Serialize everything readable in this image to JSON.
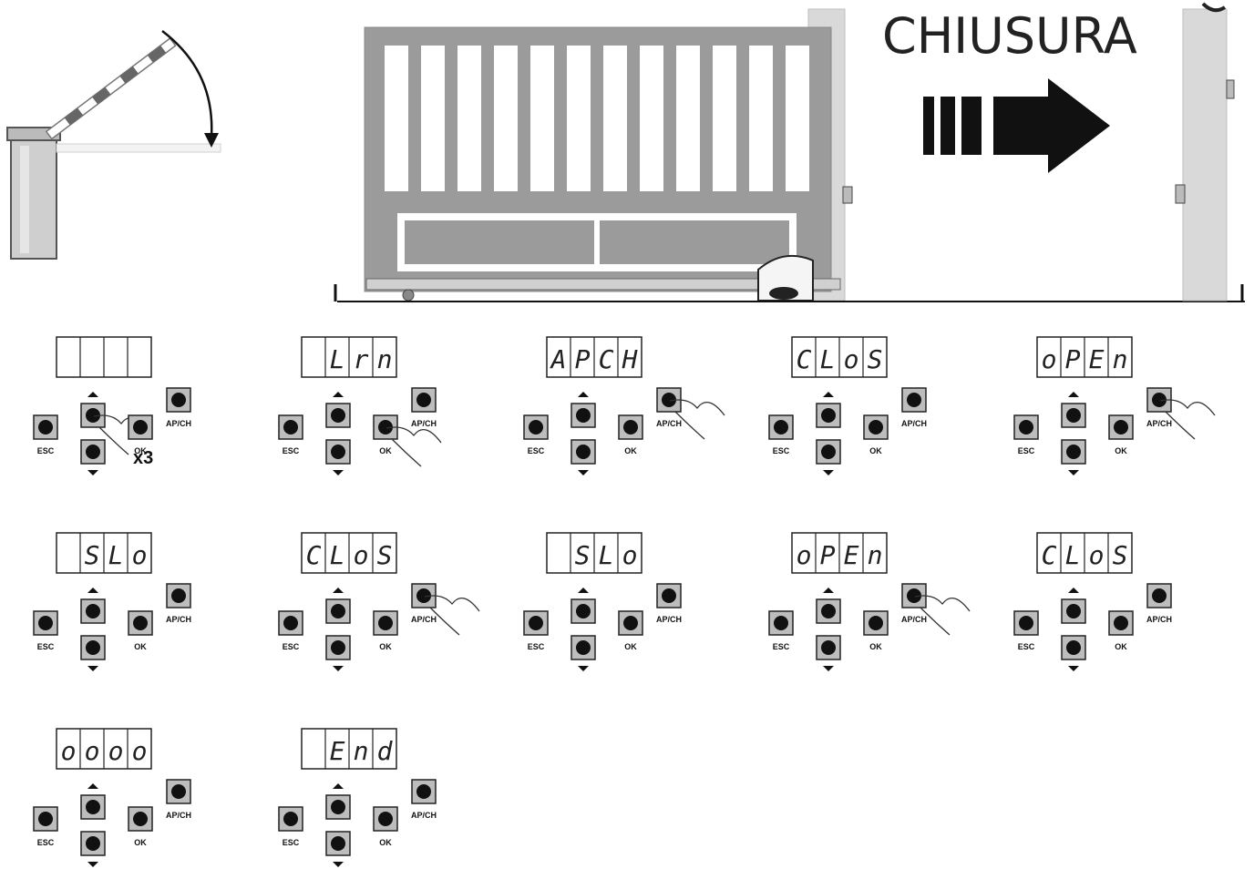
{
  "header": {
    "direction_label": "CHIUSURA"
  },
  "colors": {
    "gate_fill": "#9b9b9b",
    "post_fill": "#d7d7d7",
    "ink": "#1a1a1a",
    "button_face": "#bdbdbd"
  },
  "icons": {
    "arrow": "right-arrow-icon",
    "hand": "pointing-hand-icon",
    "barrier": "boom-barrier-icon"
  },
  "keypad_labels": {
    "esc": "ESC",
    "ok": "OK",
    "apch": "AP/CH"
  },
  "steps": [
    {
      "display": "",
      "pressed": "up",
      "note": "x3"
    },
    {
      "display": "Lrn",
      "pressed": "ok",
      "note": ""
    },
    {
      "display": "APCH",
      "pressed": "apch",
      "note": ""
    },
    {
      "display": "CLoS",
      "pressed": "",
      "note": ""
    },
    {
      "display": "oPEn",
      "pressed": "apch",
      "note": ""
    },
    {
      "display": "SLo",
      "pressed": "",
      "note": ""
    },
    {
      "display": "CLoS",
      "pressed": "apch",
      "note": ""
    },
    {
      "display": "SLo",
      "pressed": "",
      "note": ""
    },
    {
      "display": "oPEn",
      "pressed": "apch",
      "note": ""
    },
    {
      "display": "CLoS",
      "pressed": "",
      "note": ""
    },
    {
      "display": "oooo",
      "pressed": "",
      "note": ""
    },
    {
      "display": "End",
      "pressed": "",
      "note": ""
    }
  ]
}
